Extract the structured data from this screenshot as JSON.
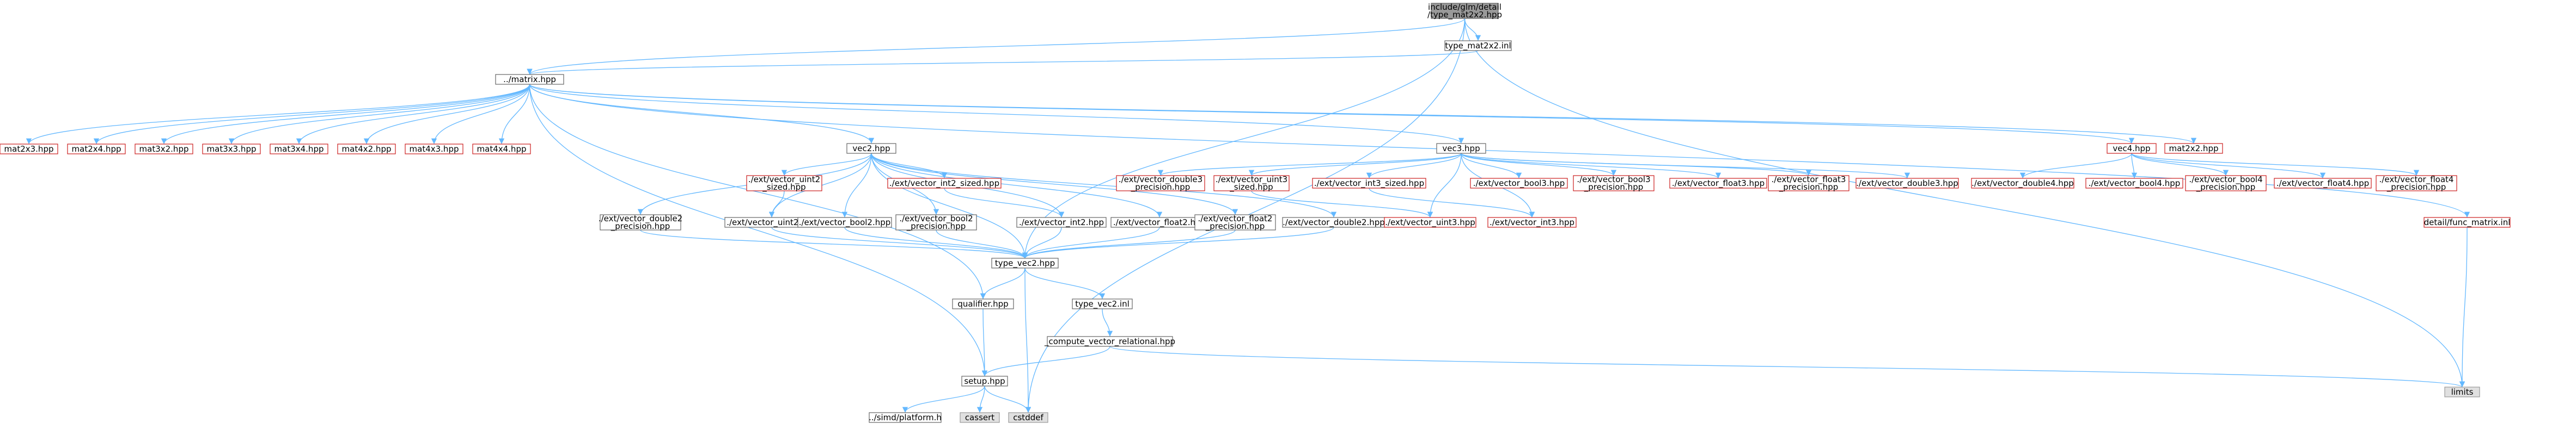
{
  "diagram": {
    "type": "include-dependency-graph",
    "colors": {
      "edge": "#63b8ff",
      "node_border": "#666666",
      "missing_border": "#cc1f1f",
      "external_fill": "#e0e0e0",
      "root_fill": "#999999"
    },
    "nodes": [
      {
        "id": "root",
        "lines": [
          "include/glm/detail",
          "/type_mat2x2.hpp"
        ],
        "style": "root"
      },
      {
        "id": "type_mat2x2_inl",
        "lines": [
          "type_mat2x2.inl"
        ],
        "style": "plain"
      },
      {
        "id": "matrix",
        "lines": [
          "../matrix.hpp"
        ],
        "style": "plain"
      },
      {
        "id": "mat2x3",
        "lines": [
          "mat2x3.hpp"
        ],
        "style": "red"
      },
      {
        "id": "mat2x4",
        "lines": [
          "mat2x4.hpp"
        ],
        "style": "red"
      },
      {
        "id": "mat3x2",
        "lines": [
          "mat3x2.hpp"
        ],
        "style": "red"
      },
      {
        "id": "mat3x3",
        "lines": [
          "mat3x3.hpp"
        ],
        "style": "red"
      },
      {
        "id": "mat3x4",
        "lines": [
          "mat3x4.hpp"
        ],
        "style": "red"
      },
      {
        "id": "mat4x2",
        "lines": [
          "mat4x2.hpp"
        ],
        "style": "red"
      },
      {
        "id": "mat4x3",
        "lines": [
          "mat4x3.hpp"
        ],
        "style": "red"
      },
      {
        "id": "mat4x4",
        "lines": [
          "mat4x4.hpp"
        ],
        "style": "red"
      },
      {
        "id": "vec2",
        "lines": [
          "vec2.hpp"
        ],
        "style": "plain"
      },
      {
        "id": "vec3",
        "lines": [
          "vec3.hpp"
        ],
        "style": "plain"
      },
      {
        "id": "vec4",
        "lines": [
          "vec4.hpp"
        ],
        "style": "red"
      },
      {
        "id": "mat2x2",
        "lines": [
          "mat2x2.hpp"
        ],
        "style": "red"
      },
      {
        "id": "func_matrix",
        "lines": [
          "detail/func_matrix.inl"
        ],
        "style": "red"
      },
      {
        "id": "v_uint2_sized",
        "lines": [
          "./ext/vector_uint2",
          "_sized.hpp"
        ],
        "style": "red"
      },
      {
        "id": "v_int2_sized",
        "lines": [
          "./ext/vector_int2_sized.hpp"
        ],
        "style": "red"
      },
      {
        "id": "v_double2_prec",
        "lines": [
          "./ext/vector_double2",
          "_precision.hpp"
        ],
        "style": "plain"
      },
      {
        "id": "v_uint2",
        "lines": [
          "./ext/vector_uint2.hpp"
        ],
        "style": "plain"
      },
      {
        "id": "v_bool2",
        "lines": [
          "./ext/vector_bool2.hpp"
        ],
        "style": "plain"
      },
      {
        "id": "v_bool2_prec",
        "lines": [
          "./ext/vector_bool2",
          "_precision.hpp"
        ],
        "style": "plain"
      },
      {
        "id": "v_int2",
        "lines": [
          "./ext/vector_int2.hpp"
        ],
        "style": "plain"
      },
      {
        "id": "v_float2",
        "lines": [
          "./ext/vector_float2.hpp"
        ],
        "style": "plain"
      },
      {
        "id": "v_float2_prec",
        "lines": [
          "./ext/vector_float2",
          "_precision.hpp"
        ],
        "style": "plain"
      },
      {
        "id": "v_double2",
        "lines": [
          "./ext/vector_double2.hpp"
        ],
        "style": "plain"
      },
      {
        "id": "v_double3_prec",
        "lines": [
          "./ext/vector_double3",
          "_precision.hpp"
        ],
        "style": "red"
      },
      {
        "id": "v_uint3_sized",
        "lines": [
          "./ext/vector_uint3",
          "_sized.hpp"
        ],
        "style": "red"
      },
      {
        "id": "v_int3_sized",
        "lines": [
          "./ext/vector_int3_sized.hpp"
        ],
        "style": "red"
      },
      {
        "id": "v_bool3",
        "lines": [
          "./ext/vector_bool3.hpp"
        ],
        "style": "red"
      },
      {
        "id": "v_bool3_prec",
        "lines": [
          "./ext/vector_bool3",
          "_precision.hpp"
        ],
        "style": "red"
      },
      {
        "id": "v_float3",
        "lines": [
          "./ext/vector_float3.hpp"
        ],
        "style": "red"
      },
      {
        "id": "v_float3_prec",
        "lines": [
          "./ext/vector_float3",
          "_precision.hpp"
        ],
        "style": "red"
      },
      {
        "id": "v_double3",
        "lines": [
          "./ext/vector_double3.hpp"
        ],
        "style": "red"
      },
      {
        "id": "v_uint3",
        "lines": [
          "./ext/vector_uint3.hpp"
        ],
        "style": "red"
      },
      {
        "id": "v_int3",
        "lines": [
          "./ext/vector_int3.hpp"
        ],
        "style": "red"
      },
      {
        "id": "v_double4",
        "lines": [
          "./ext/vector_double4.hpp"
        ],
        "style": "red"
      },
      {
        "id": "v_bool4",
        "lines": [
          "./ext/vector_bool4.hpp"
        ],
        "style": "red"
      },
      {
        "id": "v_bool4_prec",
        "lines": [
          "./ext/vector_bool4",
          "_precision.hpp"
        ],
        "style": "red"
      },
      {
        "id": "v_float4",
        "lines": [
          "./ext/vector_float4.hpp"
        ],
        "style": "red"
      },
      {
        "id": "v_float4_prec",
        "lines": [
          "./ext/vector_float4",
          "_precision.hpp"
        ],
        "style": "red"
      },
      {
        "id": "type_vec2",
        "lines": [
          "type_vec2.hpp"
        ],
        "style": "plain"
      },
      {
        "id": "qualifier",
        "lines": [
          "qualifier.hpp"
        ],
        "style": "plain"
      },
      {
        "id": "type_vec2_inl",
        "lines": [
          "type_vec2.inl"
        ],
        "style": "plain"
      },
      {
        "id": "compute_vr",
        "lines": [
          "_compute_vector_relational.hpp"
        ],
        "style": "plain"
      },
      {
        "id": "setup",
        "lines": [
          "setup.hpp"
        ],
        "style": "plain"
      },
      {
        "id": "simd_platform",
        "lines": [
          "../simd/platform.h"
        ],
        "style": "plain"
      },
      {
        "id": "cassert",
        "lines": [
          "cassert"
        ],
        "style": "gray"
      },
      {
        "id": "cstddef",
        "lines": [
          "cstddef"
        ],
        "style": "gray"
      },
      {
        "id": "limits",
        "lines": [
          "limits"
        ],
        "style": "gray"
      }
    ],
    "edges": [
      [
        "root",
        "type_mat2x2_inl"
      ],
      [
        "root",
        "matrix"
      ],
      [
        "root",
        "type_vec2"
      ],
      [
        "root",
        "limits"
      ],
      [
        "root",
        "cstddef"
      ],
      [
        "type_mat2x2_inl",
        "matrix"
      ],
      [
        "matrix",
        "mat2x3"
      ],
      [
        "matrix",
        "mat2x4"
      ],
      [
        "matrix",
        "mat3x2"
      ],
      [
        "matrix",
        "mat3x3"
      ],
      [
        "matrix",
        "mat3x4"
      ],
      [
        "matrix",
        "mat4x2"
      ],
      [
        "matrix",
        "mat4x3"
      ],
      [
        "matrix",
        "mat4x4"
      ],
      [
        "matrix",
        "vec2"
      ],
      [
        "matrix",
        "vec3"
      ],
      [
        "matrix",
        "vec4"
      ],
      [
        "matrix",
        "mat2x2"
      ],
      [
        "matrix",
        "func_matrix"
      ],
      [
        "matrix",
        "qualifier"
      ],
      [
        "matrix",
        "setup"
      ],
      [
        "vec2",
        "v_uint2_sized"
      ],
      [
        "vec2",
        "v_int2_sized"
      ],
      [
        "vec2",
        "v_double2_prec"
      ],
      [
        "vec2",
        "v_uint2"
      ],
      [
        "vec2",
        "v_bool2"
      ],
      [
        "vec2",
        "v_bool2_prec"
      ],
      [
        "vec2",
        "v_int2"
      ],
      [
        "vec2",
        "v_float2"
      ],
      [
        "vec2",
        "v_float2_prec"
      ],
      [
        "vec2",
        "v_double2"
      ],
      [
        "vec2",
        "type_vec2"
      ],
      [
        "v_uint2_sized",
        "v_uint2"
      ],
      [
        "v_int2_sized",
        "v_int2"
      ],
      [
        "v_double2_prec",
        "type_vec2"
      ],
      [
        "v_uint2",
        "type_vec2"
      ],
      [
        "v_bool2",
        "type_vec2"
      ],
      [
        "v_bool2_prec",
        "type_vec2"
      ],
      [
        "v_int2",
        "type_vec2"
      ],
      [
        "v_float2",
        "type_vec2"
      ],
      [
        "v_float2_prec",
        "type_vec2"
      ],
      [
        "v_double2",
        "type_vec2"
      ],
      [
        "vec3",
        "v_double3_prec"
      ],
      [
        "vec3",
        "v_uint3_sized"
      ],
      [
        "vec3",
        "v_int3_sized"
      ],
      [
        "vec3",
        "v_bool3"
      ],
      [
        "vec3",
        "v_bool3_prec"
      ],
      [
        "vec3",
        "v_float3"
      ],
      [
        "vec3",
        "v_float3_prec"
      ],
      [
        "vec3",
        "v_double3"
      ],
      [
        "vec3",
        "v_uint3"
      ],
      [
        "vec3",
        "v_int3"
      ],
      [
        "v_uint3_sized",
        "v_uint3"
      ],
      [
        "v_int3_sized",
        "v_int3"
      ],
      [
        "vec4",
        "v_double4"
      ],
      [
        "vec4",
        "v_bool4"
      ],
      [
        "vec4",
        "v_bool4_prec"
      ],
      [
        "vec4",
        "v_float4"
      ],
      [
        "vec4",
        "v_float4_prec"
      ],
      [
        "func_matrix",
        "limits"
      ],
      [
        "type_vec2",
        "qualifier"
      ],
      [
        "type_vec2",
        "type_vec2_inl"
      ],
      [
        "type_vec2",
        "cstddef"
      ],
      [
        "qualifier",
        "setup"
      ],
      [
        "type_vec2_inl",
        "compute_vr"
      ],
      [
        "compute_vr",
        "setup"
      ],
      [
        "compute_vr",
        "limits"
      ],
      [
        "setup",
        "simd_platform"
      ],
      [
        "setup",
        "cassert"
      ],
      [
        "setup",
        "cstddef"
      ]
    ]
  }
}
